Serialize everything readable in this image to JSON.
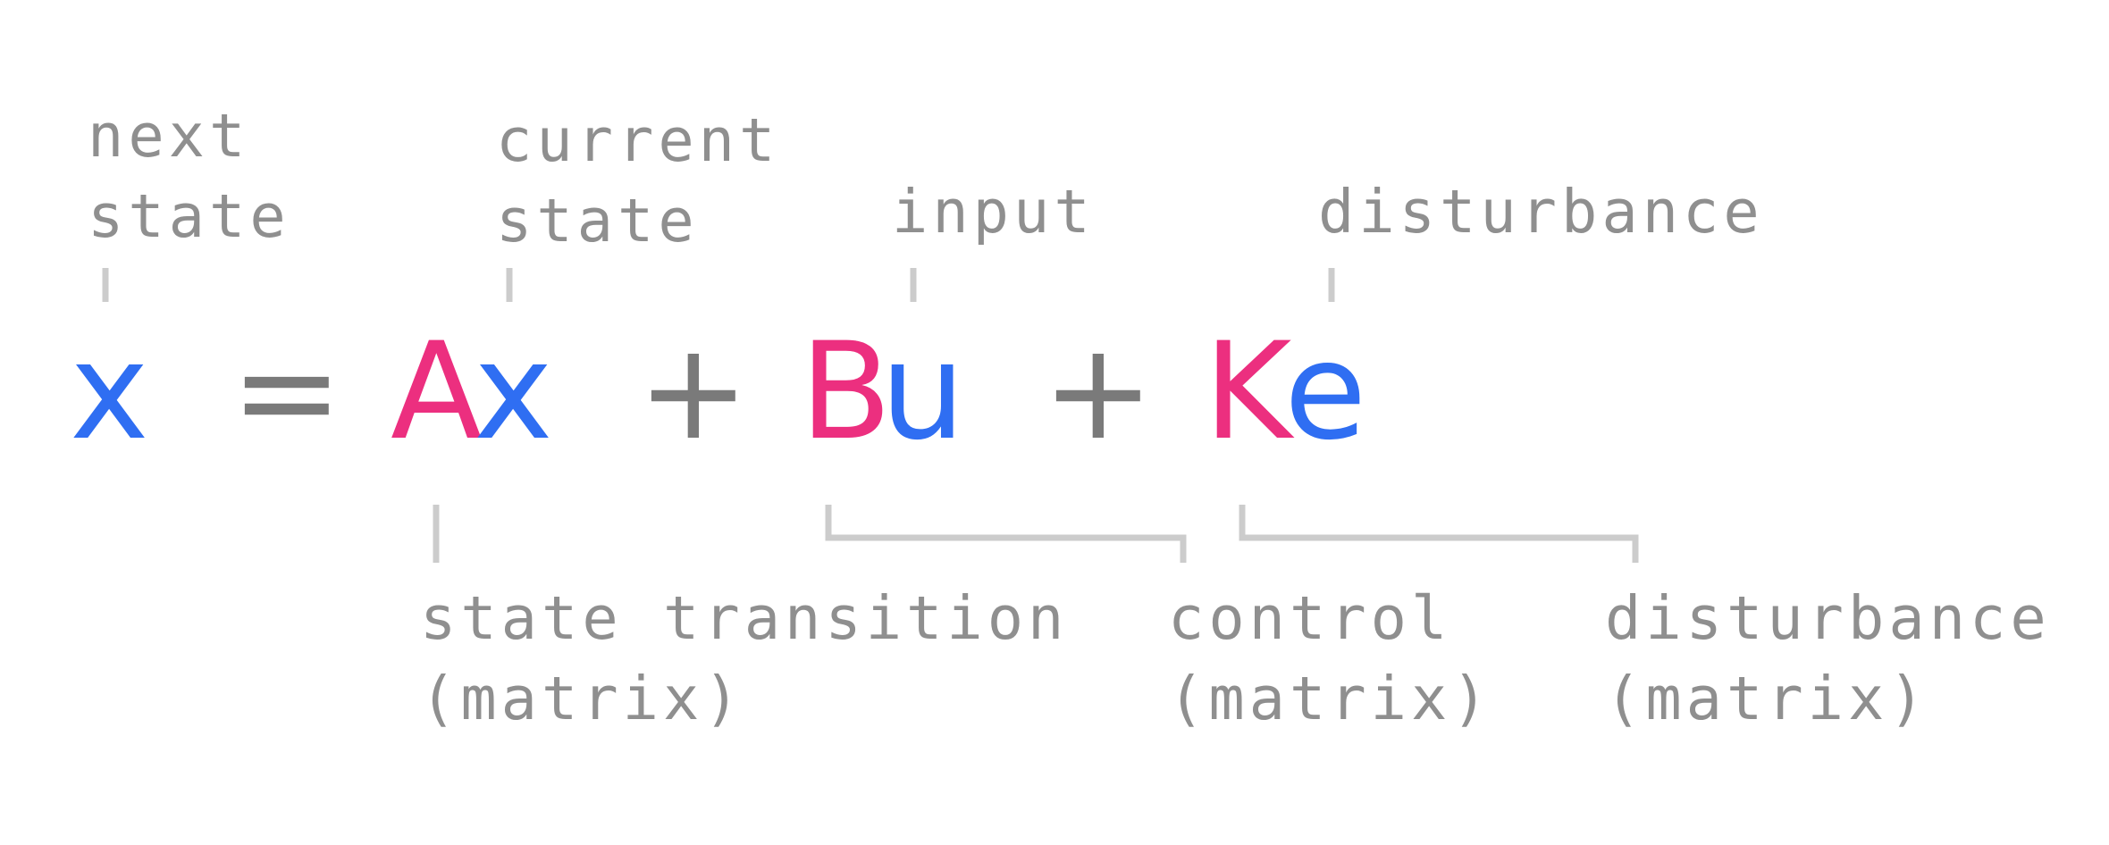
{
  "colors": {
    "blue": "#2f6ef2",
    "pink": "#ec2f7f",
    "operator": "#7a7a7a",
    "label": "#8f8f8f",
    "tick": "#cccccc"
  },
  "equation": {
    "x_next": "x",
    "equals": "=",
    "A": "A",
    "x_current": "x",
    "plus1": "+",
    "B": "B",
    "u": "u",
    "plus2": "+",
    "K": "K",
    "e": "e"
  },
  "top_labels": {
    "next_state": [
      "next",
      "state"
    ],
    "current_state": [
      "current",
      "state"
    ],
    "input": "input",
    "disturbance": "disturbance"
  },
  "bottom_labels": {
    "state_transition": [
      "state transition",
      "(matrix)"
    ],
    "control": [
      "control",
      "(matrix)"
    ],
    "disturbance": [
      "disturbance",
      "(matrix)"
    ]
  }
}
